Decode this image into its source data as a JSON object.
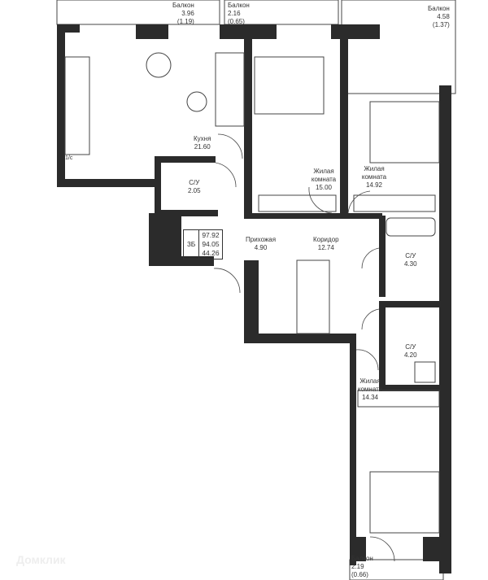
{
  "rooms": {
    "balcony1": {
      "name": "Балкон",
      "area": "3.96",
      "sub": "(1.19)"
    },
    "balcony2": {
      "name": "Балкон",
      "area": "2.16",
      "sub": "(0.65)"
    },
    "balcony3": {
      "name": "Балкон",
      "area": "4.58",
      "sub": "(1.37)"
    },
    "balcony4": {
      "name": "Балкон",
      "area": "2.19",
      "sub": "(0.66)"
    },
    "kitchen": {
      "name": "Кухня",
      "area": "21.60"
    },
    "bedroom1": {
      "name": "Жилая комната",
      "area": "15.00"
    },
    "bedroom2": {
      "name": "Жилая комната",
      "area": "14.92"
    },
    "bedroom3": {
      "name": "Жилая комната",
      "area": "14.34"
    },
    "bath1": {
      "name": "С/У",
      "area": "2.05"
    },
    "bath2": {
      "name": "С/У",
      "area": "4.30"
    },
    "bath3": {
      "name": "С/У",
      "area": "4.20"
    },
    "hall": {
      "name": "Прихожая",
      "area": "4.90"
    },
    "corridor": {
      "name": "Коридор",
      "area": "12.74"
    }
  },
  "summary": {
    "type": "3Б",
    "total": "97.92",
    "living_total": "94.05",
    "living": "44.26"
  },
  "kitchen_mark": "1/с",
  "watermark": "Домклик"
}
